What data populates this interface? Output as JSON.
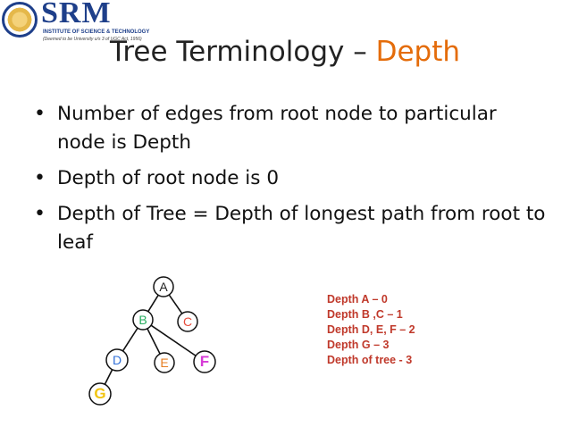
{
  "logo": {
    "name": "SRM",
    "subtitle": "INSTITUTE OF SCIENCE & TECHNOLOGY",
    "tagline": "(Deemed to be University u/s 3 of UGC Act, 1956)"
  },
  "slide": {
    "title_main": "Tree Terminology – ",
    "title_accent": "Depth",
    "bullets": [
      "Number of edges from root node to particular node is Depth",
      "Depth of root node is 0",
      "Depth of Tree = Depth of longest path from root to leaf"
    ]
  },
  "tree": {
    "nodes": [
      {
        "id": "A",
        "label": "A",
        "color": "#222222"
      },
      {
        "id": "B",
        "label": "B",
        "color": "#27ae60"
      },
      {
        "id": "C",
        "label": "C",
        "color": "#e74c3c"
      },
      {
        "id": "D",
        "label": "D",
        "color": "#2f6fd8"
      },
      {
        "id": "E",
        "label": "E",
        "color": "#e67e22"
      },
      {
        "id": "F",
        "label": "F",
        "color": "#d63ad6"
      },
      {
        "id": "G",
        "label": "G",
        "color": "#f1c40f"
      }
    ],
    "edges": [
      [
        "A",
        "B"
      ],
      [
        "A",
        "C"
      ],
      [
        "B",
        "D"
      ],
      [
        "B",
        "E"
      ],
      [
        "B",
        "F"
      ],
      [
        "D",
        "G"
      ]
    ]
  },
  "depths": [
    "Depth A – 0",
    "Depth B ,C – 1",
    "Depth D, E, F – 2",
    "Depth G – 3",
    "Depth of tree - 3"
  ]
}
